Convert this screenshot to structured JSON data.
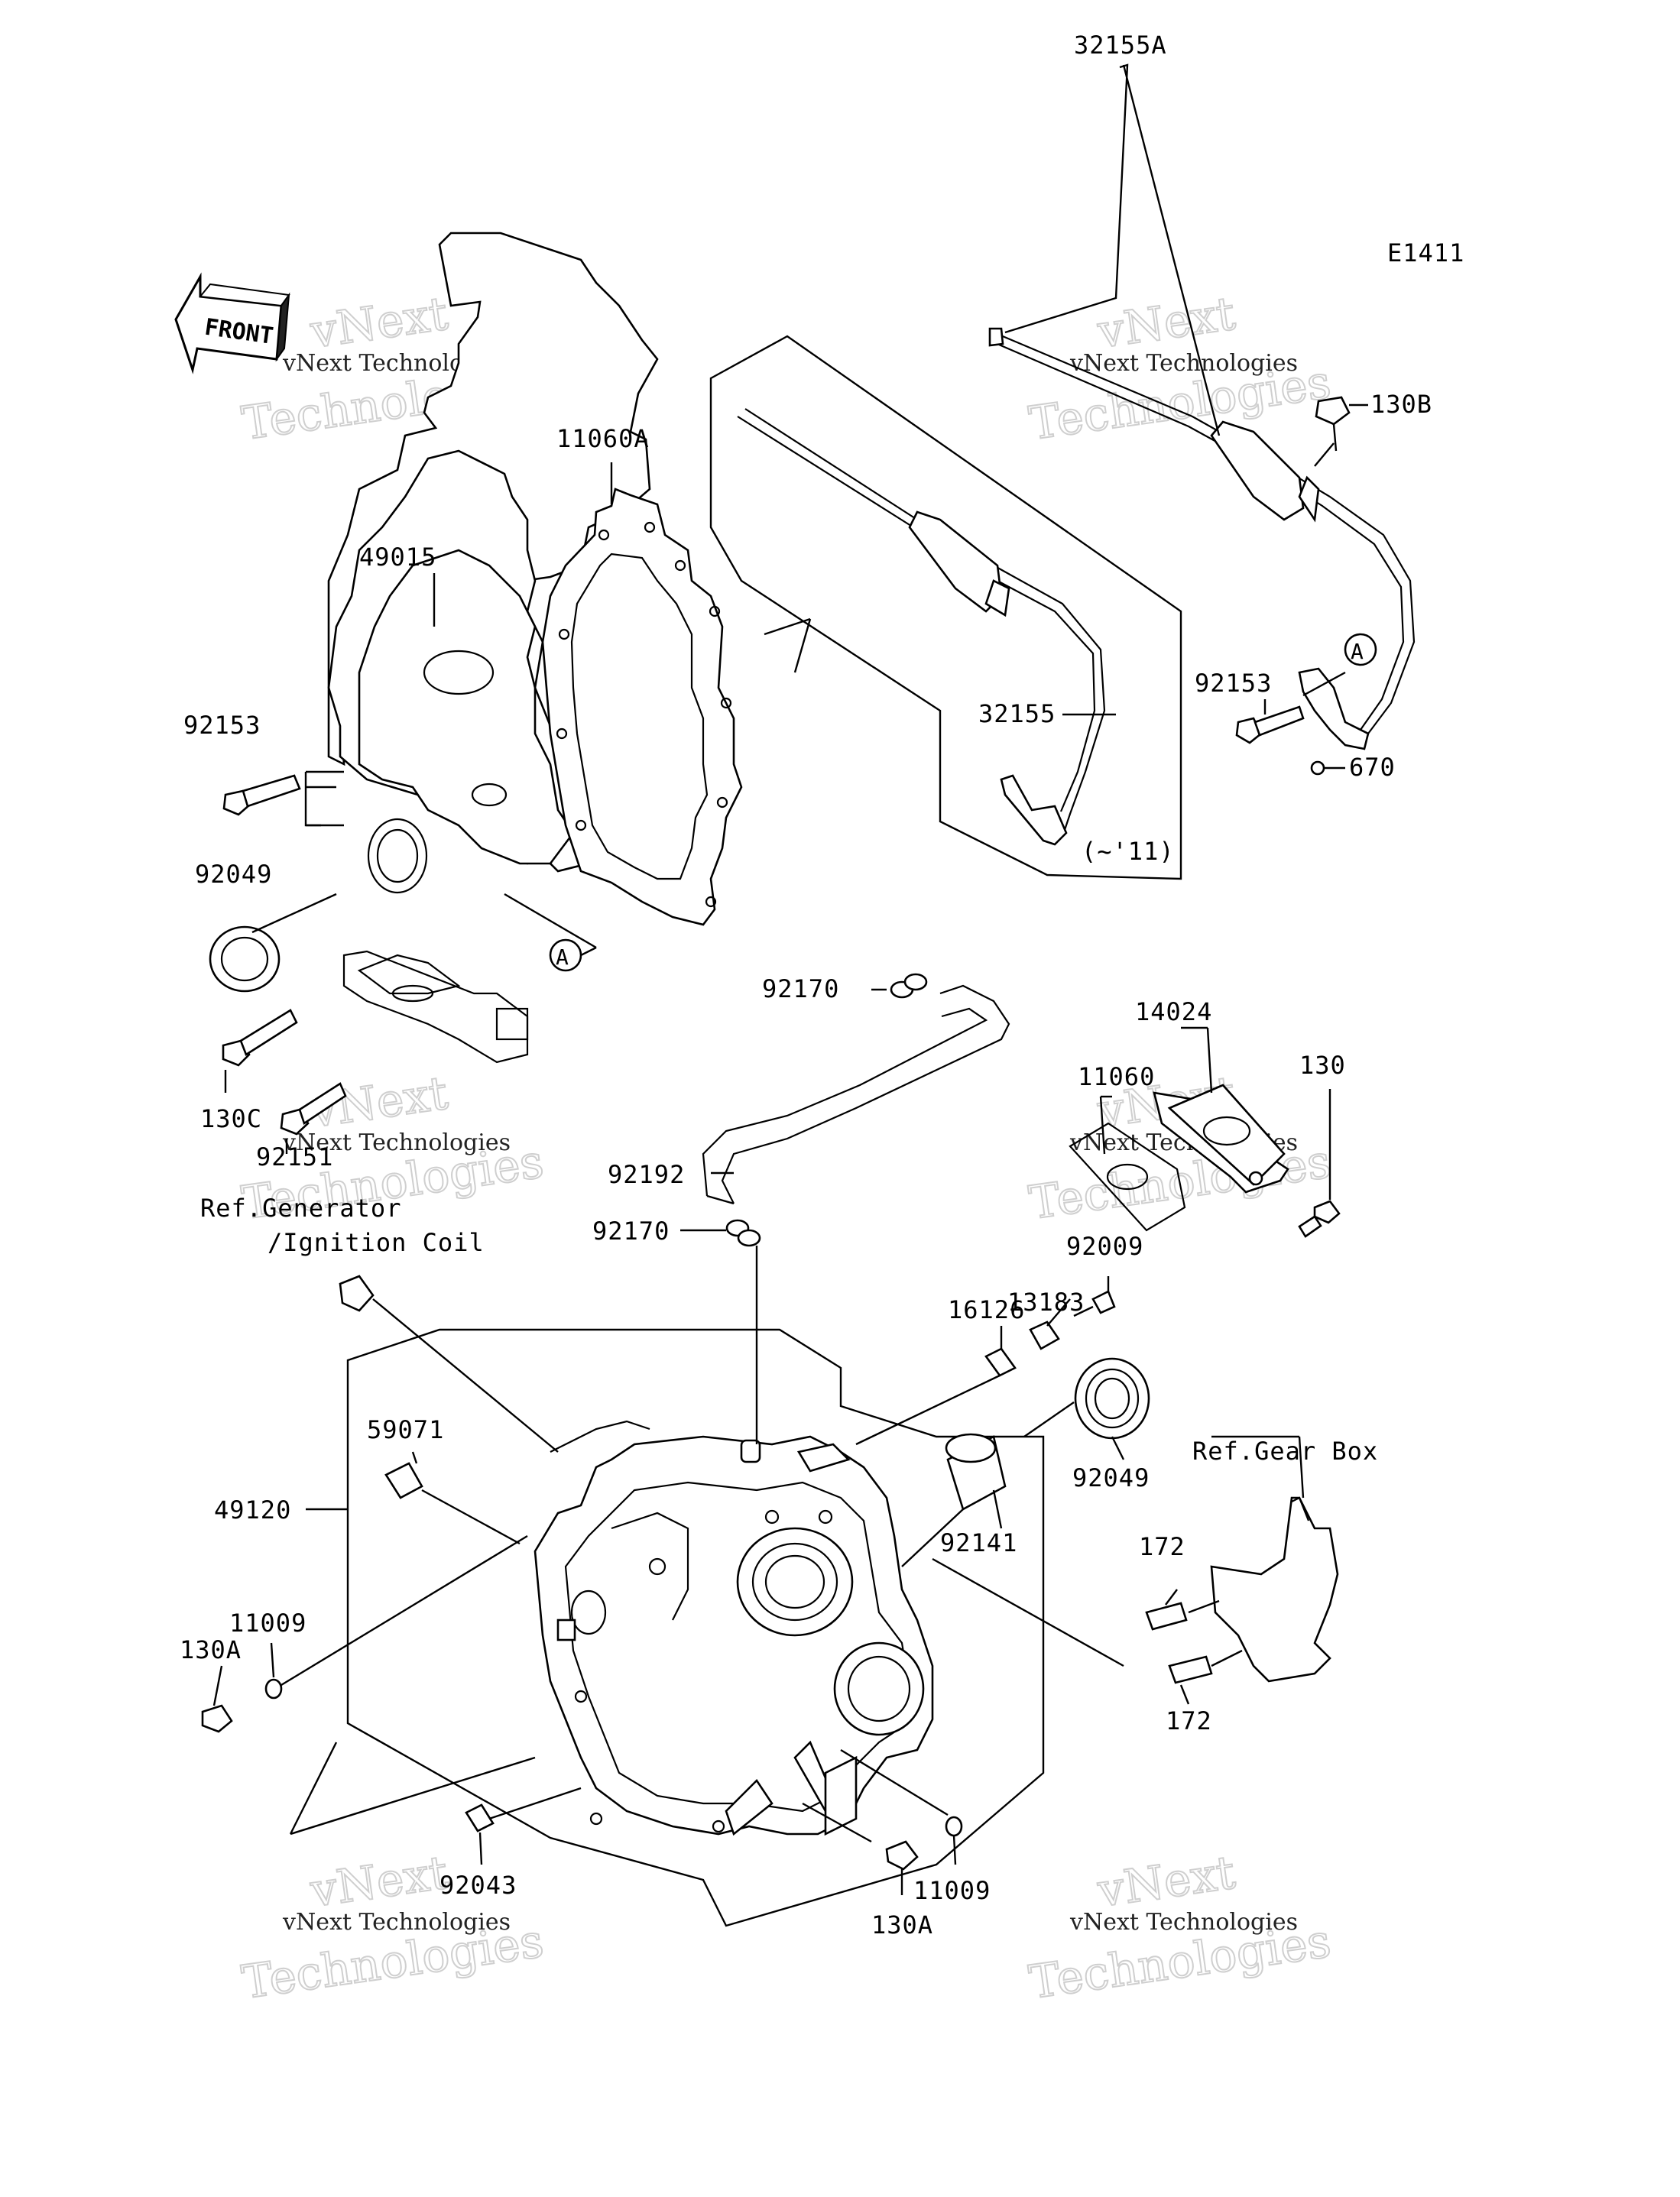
{
  "diagram_code": "E1411",
  "front_badge": "FRONT",
  "watermark": {
    "line1": "vNext Technologies",
    "line2": "Technologies",
    "line3": "vNext"
  },
  "parts": {
    "p32155A": "32155A",
    "p130B": "130B",
    "p11060A": "11060A",
    "p49015": "49015",
    "p92153_top": "92153",
    "p92153_left": "92153",
    "p32155": "32155",
    "p670": "670",
    "p92049_left": "92049",
    "p_ref_marker_A1": "A",
    "p_ref_marker_A2": "A",
    "p_year_note": "(~'11)",
    "p92170_top": "92170",
    "p14024": "14024",
    "p11060": "11060",
    "p130": "130",
    "p130C": "130C",
    "p92151": "92151",
    "p92192": "92192",
    "p_ref_generator": "Ref.Generator",
    "p_ignition_coil": "/Ignition Coil",
    "p92170_bottom": "92170",
    "p92009": "92009",
    "p13183": "13183",
    "p16126": "16126",
    "p59071": "59071",
    "p_ref_gear_box": "Ref.Gear Box",
    "p92049_right": "92049",
    "p49120": "49120",
    "p92141": "92141",
    "p172_top": "172",
    "p11009_left": "11009",
    "p130A_left": "130A",
    "p172_bottom": "172",
    "p92043": "92043",
    "p11009_right": "11009",
    "p130A_right": "130A"
  }
}
